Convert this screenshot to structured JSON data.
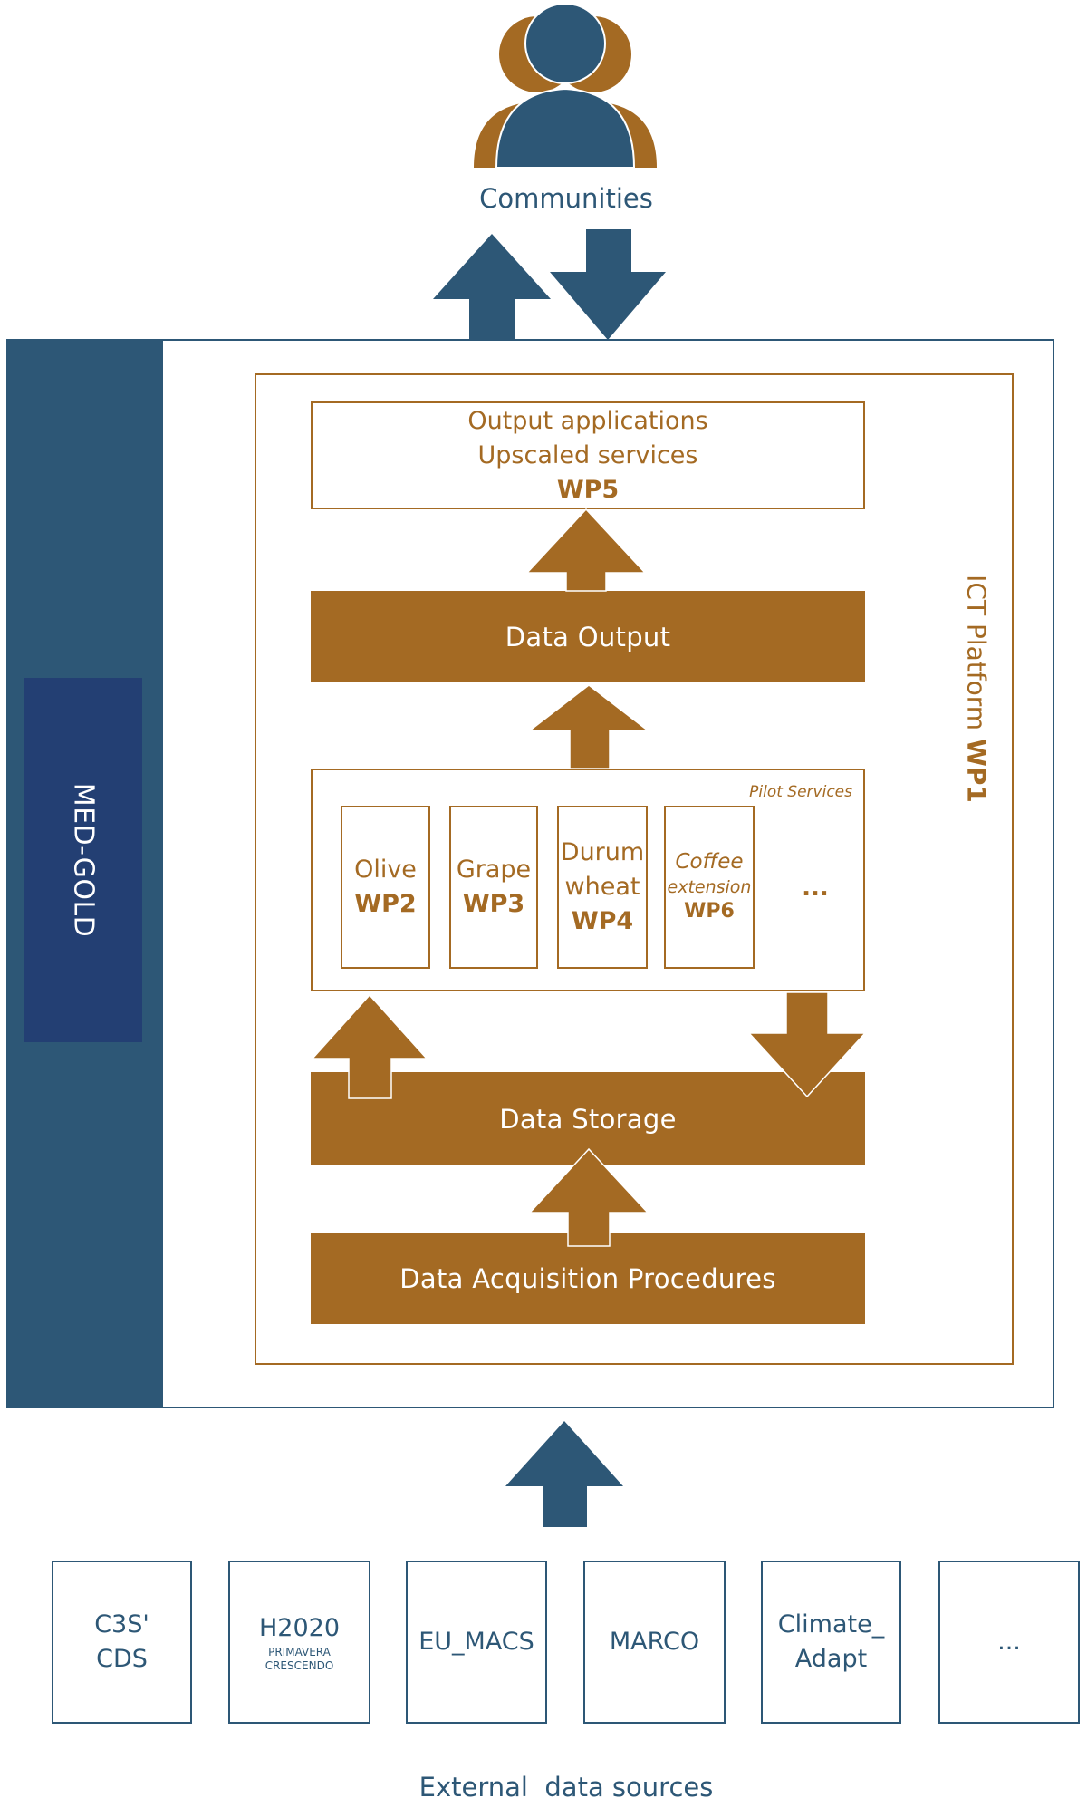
{
  "communities": {
    "label": "Communities",
    "icon": "people-group-icon"
  },
  "sidebar": {
    "label": "MED-GOLD"
  },
  "ict_platform": {
    "label": "ICT Platform",
    "wp": "WP1"
  },
  "output_box": {
    "line1": "Output applications",
    "line2": "Upscaled services",
    "wp": "WP5"
  },
  "data_output": {
    "label": "Data Output"
  },
  "pilot_services": {
    "caption": "Pilot Services",
    "items": [
      {
        "name": "Olive",
        "wp": "WP2"
      },
      {
        "name_line1": "Grape",
        "wp": "WP3"
      },
      {
        "name_line1": "Durum",
        "name_line2": "wheat",
        "wp": "WP4"
      },
      {
        "name_line1": "Coffee",
        "name_line2": "extension",
        "wp": "WP6"
      },
      {
        "name": "..."
      }
    ]
  },
  "data_storage": {
    "label": "Data Storage"
  },
  "data_acquisition": {
    "label": "Data Acquisition Procedures"
  },
  "external_sources": {
    "caption": "External  data sources",
    "items": [
      {
        "line1": "C3S'",
        "line2": "CDS"
      },
      {
        "line1": "H2020",
        "small1": "PRIMAVERA",
        "small2": "CRESCENDO"
      },
      {
        "line1": "EU_MACS"
      },
      {
        "line1": "MARCO"
      },
      {
        "line1": "Climate_",
        "line2": "Adapt"
      },
      {
        "line1": "..."
      }
    ]
  },
  "colors": {
    "blue": "#2d5776",
    "brown": "#a46a23",
    "navy_panel": "#233f73"
  }
}
